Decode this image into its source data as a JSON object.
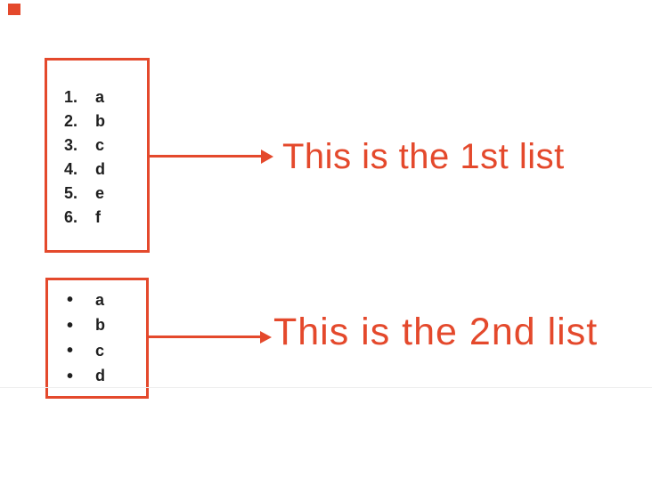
{
  "colors": {
    "accent": "#E4492C",
    "list_text": "#1F1F1F",
    "background": "#FFFFFF"
  },
  "lists": [
    {
      "style": "numbered",
      "items": [
        {
          "marker": "1.",
          "text": "a"
        },
        {
          "marker": "2.",
          "text": "b"
        },
        {
          "marker": "3.",
          "text": "c"
        },
        {
          "marker": "4.",
          "text": "d"
        },
        {
          "marker": "5.",
          "text": "e"
        },
        {
          "marker": "6.",
          "text": "f"
        }
      ]
    },
    {
      "style": "bulleted",
      "items": [
        {
          "marker": "•",
          "text": "a"
        },
        {
          "marker": "•",
          "text": "b"
        },
        {
          "marker": "•",
          "text": "c"
        },
        {
          "marker": "•",
          "text": "d"
        }
      ]
    }
  ],
  "annotations": [
    {
      "label": "This is the 1st list"
    },
    {
      "label": "This is the 2nd list"
    }
  ]
}
